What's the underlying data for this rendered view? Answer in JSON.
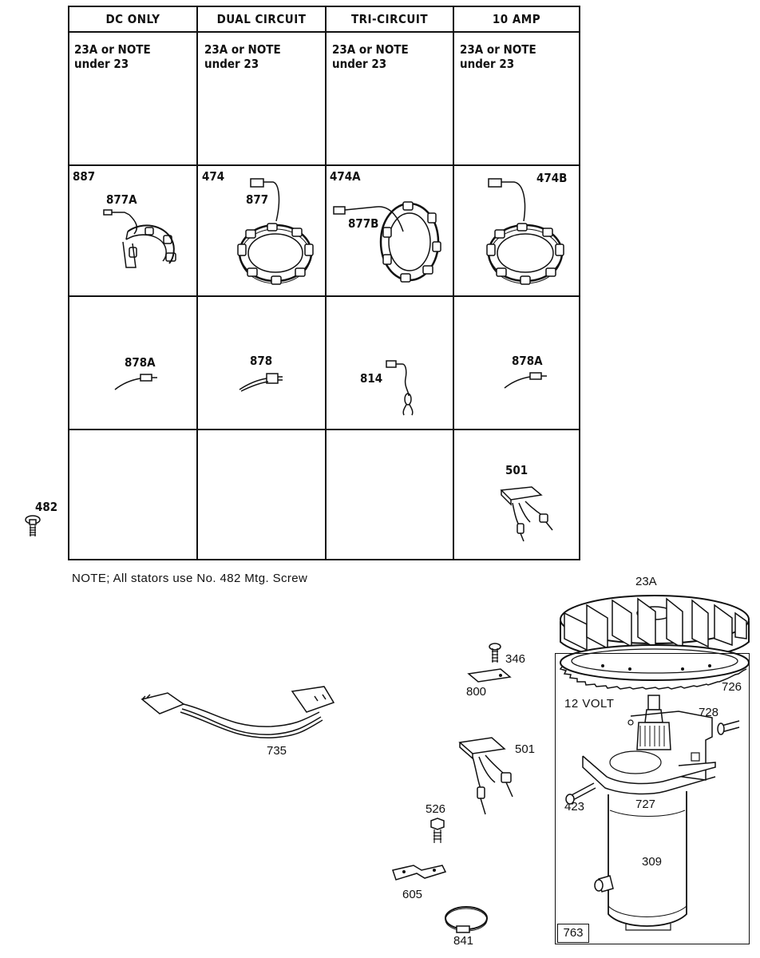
{
  "table": {
    "headers": [
      "DC ONLY",
      "DUAL CIRCUIT",
      "TRI-CIRCUIT",
      "10 AMP"
    ],
    "flywheel_notes": [
      "23A or NOTE\nunder 23",
      "23A or NOTE\nunder 23",
      "23A or NOTE\nunder 23",
      "23A or NOTE\nunder 23"
    ],
    "stator_parts": [
      {
        "number": "887",
        "lead": "877A"
      },
      {
        "number": "474",
        "lead": "877"
      },
      {
        "number": "474A",
        "lead": "877B"
      },
      {
        "number": "474B",
        "lead": ""
      }
    ],
    "harness_parts": [
      "878A",
      "878",
      "814",
      "878A"
    ],
    "rectifier_parts": [
      "",
      "",
      "",
      "501"
    ]
  },
  "screw_label": "482",
  "footnote": "NOTE; All stators use No. 482 Mtg. Screw",
  "parts": {
    "flywheel": "23A",
    "ring_gear": "726",
    "starter_voltage": "12 VOLT",
    "bracket_screw": "728",
    "screw_346": "346",
    "plate_800": "800",
    "regulator_501": "501",
    "cord_735": "735",
    "screw_526": "526",
    "clip_605": "605",
    "clamp_841": "841",
    "bolt_423": "423",
    "bracket_727": "727",
    "motor_309": "309",
    "starter_box": "763"
  }
}
